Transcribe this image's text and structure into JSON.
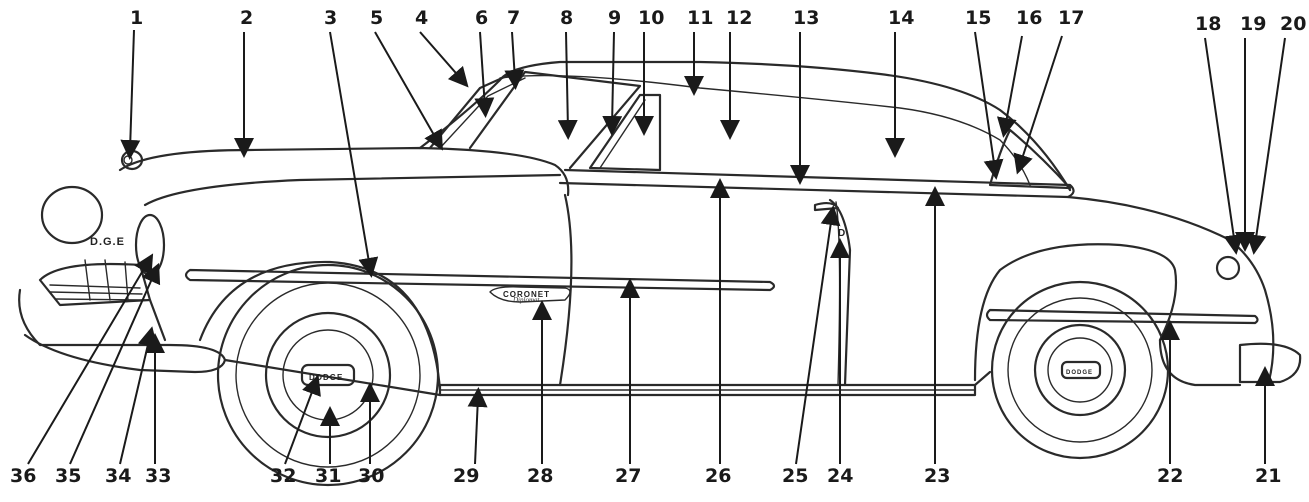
{
  "diagram": {
    "badge_text": "CORONET",
    "badge_subtext": "Diplomat",
    "hubcap_text": "DODGE",
    "hood_text": "D.G.E",
    "door_mark": "D",
    "callouts": [
      {
        "num": "1"
      },
      {
        "num": "2"
      },
      {
        "num": "3"
      },
      {
        "num": "4"
      },
      {
        "num": "5"
      },
      {
        "num": "6"
      },
      {
        "num": "7"
      },
      {
        "num": "8"
      },
      {
        "num": "9"
      },
      {
        "num": "10"
      },
      {
        "num": "11"
      },
      {
        "num": "12"
      },
      {
        "num": "13"
      },
      {
        "num": "14"
      },
      {
        "num": "15"
      },
      {
        "num": "16"
      },
      {
        "num": "17"
      },
      {
        "num": "18"
      },
      {
        "num": "19"
      },
      {
        "num": "20"
      },
      {
        "num": "21"
      },
      {
        "num": "22"
      },
      {
        "num": "23"
      },
      {
        "num": "24"
      },
      {
        "num": "25"
      },
      {
        "num": "26"
      },
      {
        "num": "27"
      },
      {
        "num": "28"
      },
      {
        "num": "29"
      },
      {
        "num": "30"
      },
      {
        "num": "31"
      },
      {
        "num": "32"
      },
      {
        "num": "33"
      },
      {
        "num": "34"
      },
      {
        "num": "35"
      },
      {
        "num": "36"
      }
    ]
  }
}
